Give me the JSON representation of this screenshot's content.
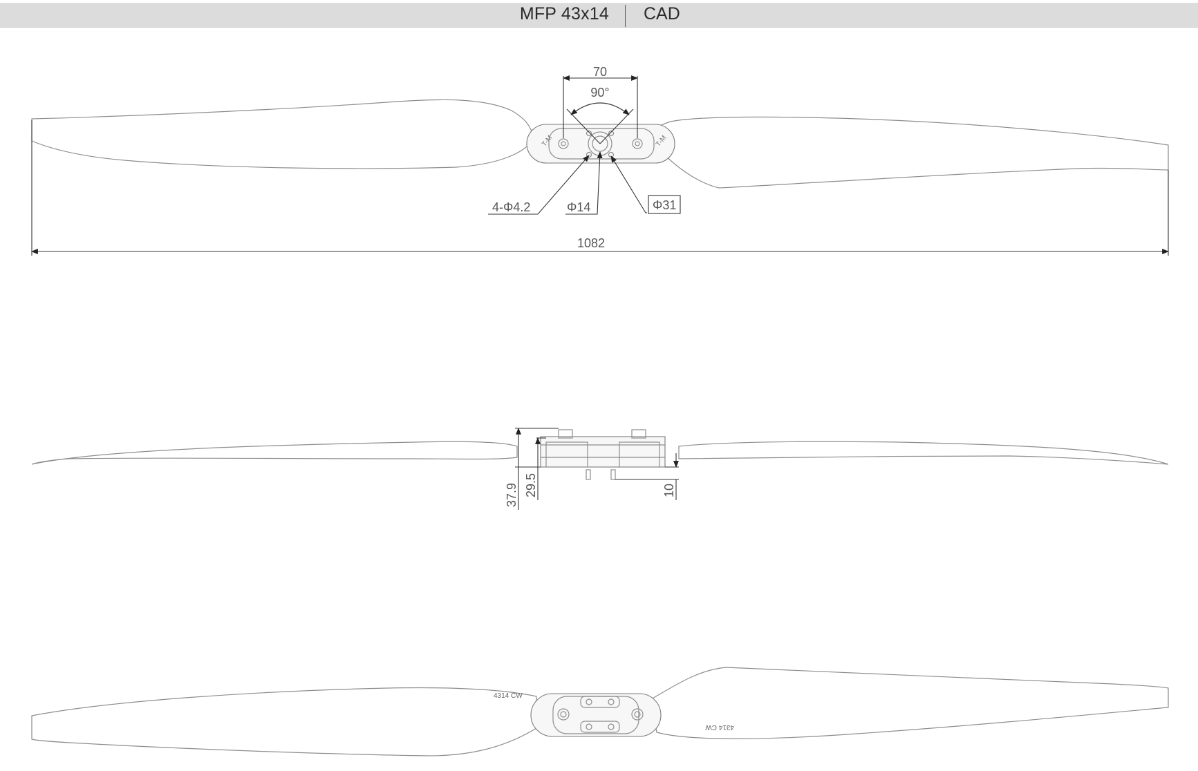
{
  "header": {
    "model": "MFP 43x14",
    "section": "CAD"
  },
  "drawing": {
    "top_view": {
      "bolt_spacing": "70",
      "bolt_angle": "90°",
      "holes": "4-Φ4.2",
      "center_bore": "Φ14",
      "hub_diameter": "Φ31",
      "span": "1082"
    },
    "side_view": {
      "total_height": "37.9",
      "hub_height": "29.5",
      "boss_height": "10"
    },
    "bottom_view": {
      "marking_left": "4314 CW",
      "marking_right": "4314 CW"
    }
  },
  "colors": {
    "header_bg": "#dcdcdc",
    "outline": "#8d8d8d",
    "dimension": "#333333"
  }
}
